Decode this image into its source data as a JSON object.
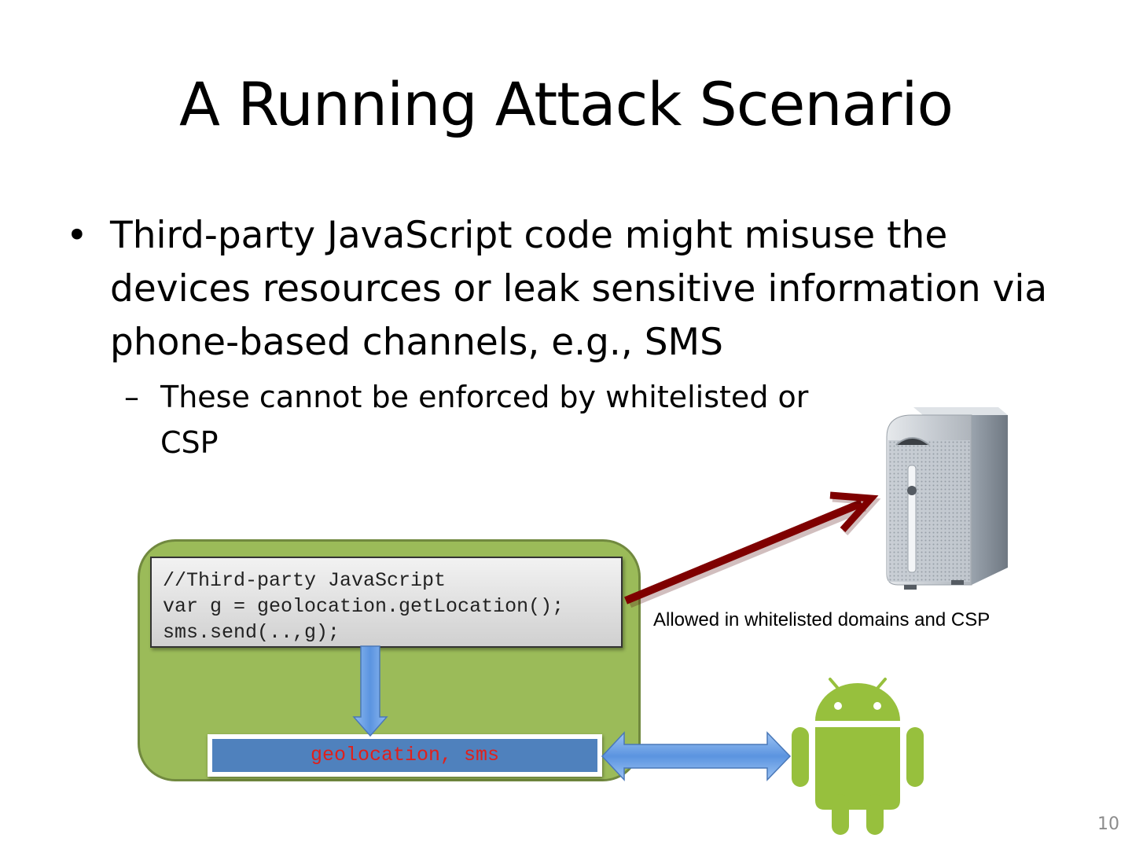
{
  "slide": {
    "title": "A Running Attack Scenario",
    "bullet_marker": "•",
    "bullet": "Third-party JavaScript code might misuse the devices resources or leak sensitive information via phone-based channels, e.g., SMS",
    "sub_marker": "–",
    "sub_bullet": "These cannot be enforced by whitelisted or CSP",
    "page_number": "10"
  },
  "diagram": {
    "code_lines": [
      "//Third-party JavaScript",
      "var g = geolocation.getLocation();",
      "sms.send(..,g);"
    ],
    "api_label": "geolocation, sms",
    "note": "Allowed in whitelisted domains and CSP",
    "icons": [
      "server-icon",
      "android-icon"
    ],
    "colors": {
      "webview_fill": "#9bbb59",
      "api_bar": "#4f81bd",
      "api_text": "#e0201b",
      "leak_arrow": "#7f0000",
      "blue_arrow": "#6ca0e6",
      "android_green": "#97c03d"
    }
  }
}
